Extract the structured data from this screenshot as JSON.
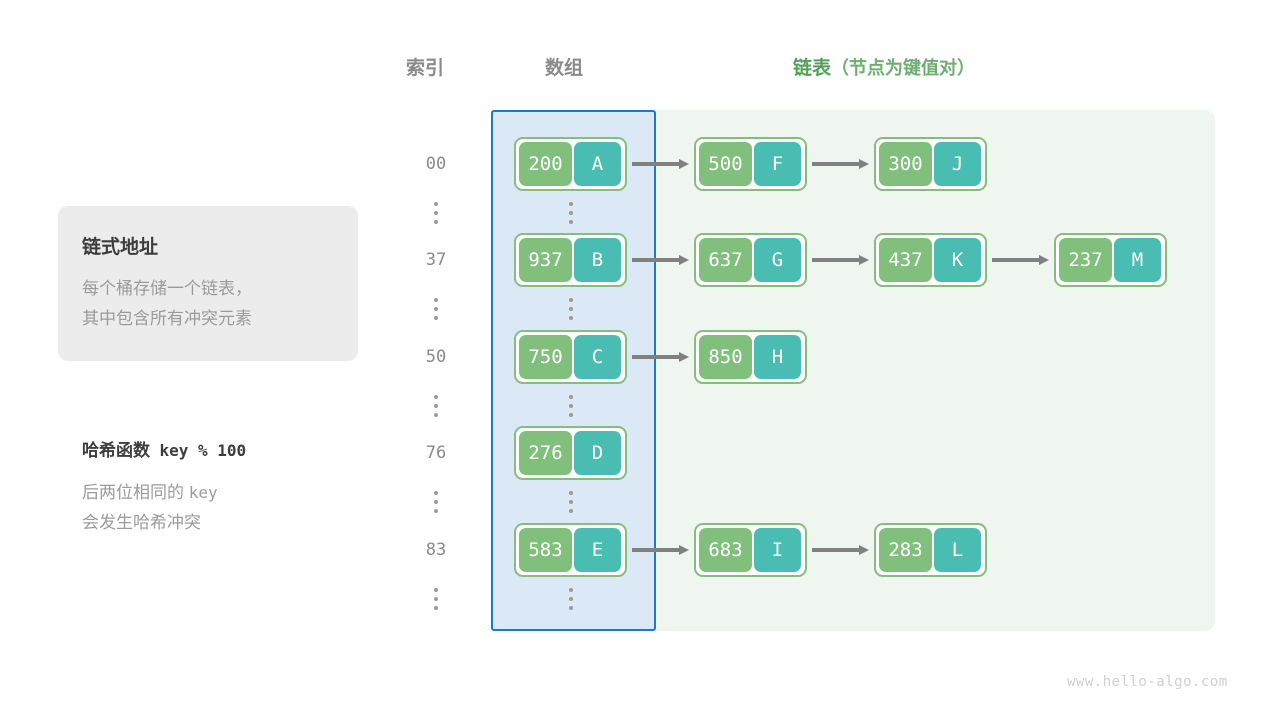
{
  "headers": {
    "index": "索引",
    "array": "数组",
    "list_main": "链表",
    "list_sub": "（节点为键值对）"
  },
  "info_card": {
    "title": "链式地址",
    "line1": "每个桶存储一个链表，",
    "line2": "其中包含所有冲突元素"
  },
  "hash_note": {
    "title_label": "哈希函数",
    "title_expr": "key % 100",
    "line1_a": "后两位相同的",
    "line1_b": "key",
    "line2": "会发生哈希冲突"
  },
  "colors": {
    "key_cell": "#81c07c",
    "value_cell": "#49bdb2",
    "node_border": "#84bd7e",
    "array_panel_bg": "#dbe9f6",
    "array_panel_border": "#1f7ac4",
    "list_panel_bg": "#eff5ef",
    "card_bg": "#ececec",
    "accent_green": "#53a05a",
    "arrow": "#808080",
    "muted_text": "#9b9b9b"
  },
  "rows": [
    {
      "index": "00",
      "bucket": {
        "key": "200",
        "value": "A"
      },
      "chain": [
        {
          "key": "500",
          "value": "F"
        },
        {
          "key": "300",
          "value": "J"
        }
      ]
    },
    {
      "index": "37",
      "bucket": {
        "key": "937",
        "value": "B"
      },
      "chain": [
        {
          "key": "637",
          "value": "G"
        },
        {
          "key": "437",
          "value": "K"
        },
        {
          "key": "237",
          "value": "M"
        }
      ]
    },
    {
      "index": "50",
      "bucket": {
        "key": "750",
        "value": "C"
      },
      "chain": [
        {
          "key": "850",
          "value": "H"
        }
      ]
    },
    {
      "index": "76",
      "bucket": {
        "key": "276",
        "value": "D"
      },
      "chain": []
    },
    {
      "index": "83",
      "bucket": {
        "key": "583",
        "value": "E"
      },
      "chain": [
        {
          "key": "683",
          "value": "I"
        },
        {
          "key": "283",
          "value": "L"
        }
      ]
    }
  ],
  "ellipsis_glyph": "⋮",
  "watermark": "www.hello-algo.com"
}
